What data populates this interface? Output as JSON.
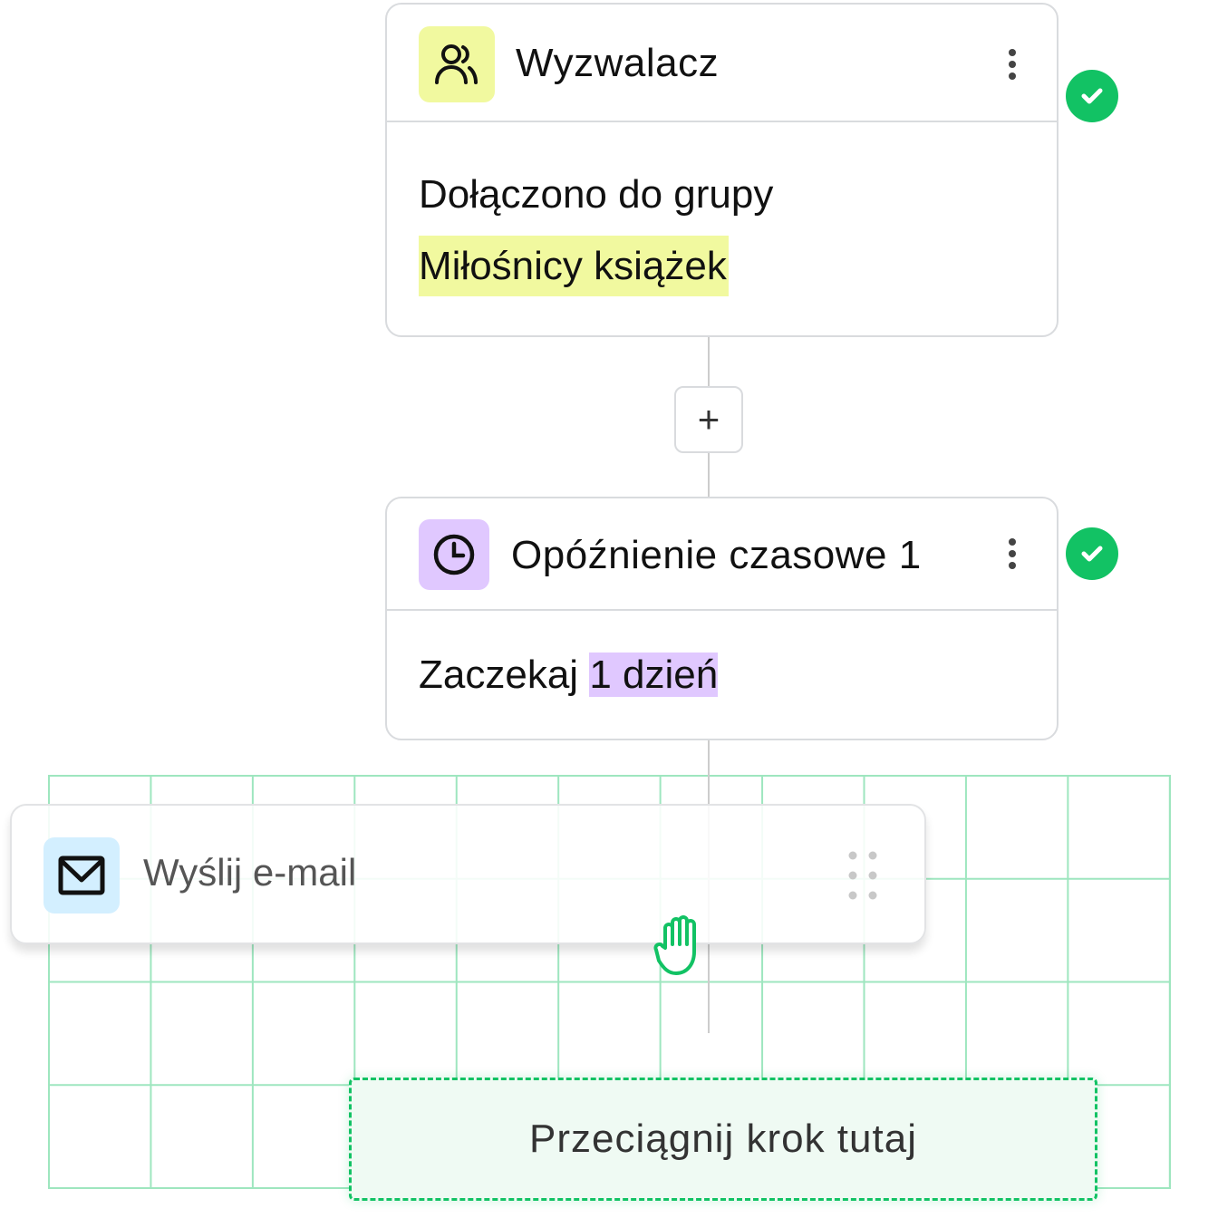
{
  "trigger_card": {
    "title": "Wyzwalacz",
    "icon": "users-icon",
    "line1": "Dołączono do grupy",
    "highlight": "Miłośnicy książek",
    "status": "check-icon"
  },
  "add_step_button": {
    "label": "+"
  },
  "delay_card": {
    "title": "Opóźnienie czasowe 1",
    "icon": "clock-icon",
    "prefix": "Zaczekaj",
    "highlight": "1 dzień",
    "status": "check-icon"
  },
  "dragged_step": {
    "label": "Wyślij e-mail",
    "icon": "mail-icon"
  },
  "drop_zone": {
    "label": "Przeciągnij krok tutaj"
  },
  "colors": {
    "accent_green": "#12c264",
    "trigger_yellow": "#f1f99f",
    "delay_purple": "#e0c8ff",
    "email_blue": "#d3efff"
  }
}
